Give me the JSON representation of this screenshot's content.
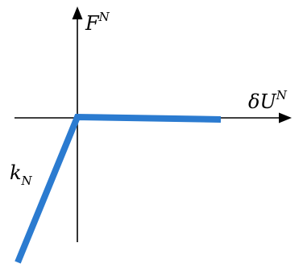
{
  "diagram": {
    "description_free": true,
    "axes": {
      "vertical": {
        "symbol": "F",
        "superscript": "N"
      },
      "horizontal": {
        "symbol": "δU",
        "superscript": "N"
      }
    },
    "curve": {
      "color": "#2b7bd0",
      "stiffness_label": {
        "symbol": "k",
        "subscript": "N"
      }
    },
    "colors": {
      "axis": "#000000",
      "curve": "#2b7bd0",
      "background": "#ffffff"
    }
  }
}
